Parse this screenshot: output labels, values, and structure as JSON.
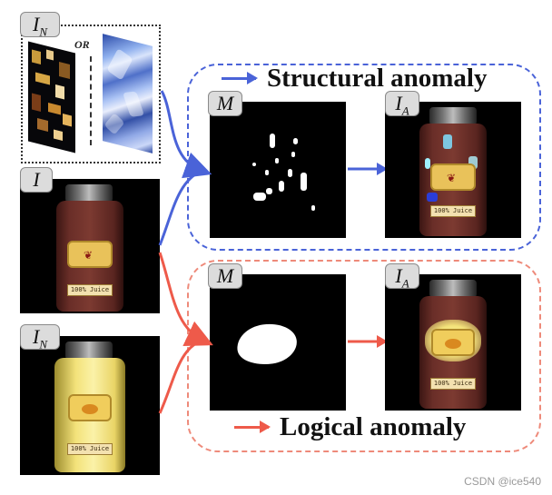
{
  "labels": {
    "normal_image": "I",
    "normal_image_sub": "N",
    "input_image": "I",
    "mask": "M",
    "anomaly_image": "I",
    "anomaly_image_sub": "A",
    "or_text": "OR"
  },
  "headings": {
    "structural": "Structural anomaly",
    "logical": "Logical anomaly"
  },
  "jar_label_text": "100% Juice",
  "watermark": "CSDN @ice540",
  "colors": {
    "structural_arrow": "#4a63d8",
    "logical_arrow": "#ee5a4a",
    "structural_box": "#4a63d8",
    "logical_box": "#ee8a7a",
    "juice_red": "#6a2e28",
    "juice_yellow": "#f3e27a"
  }
}
